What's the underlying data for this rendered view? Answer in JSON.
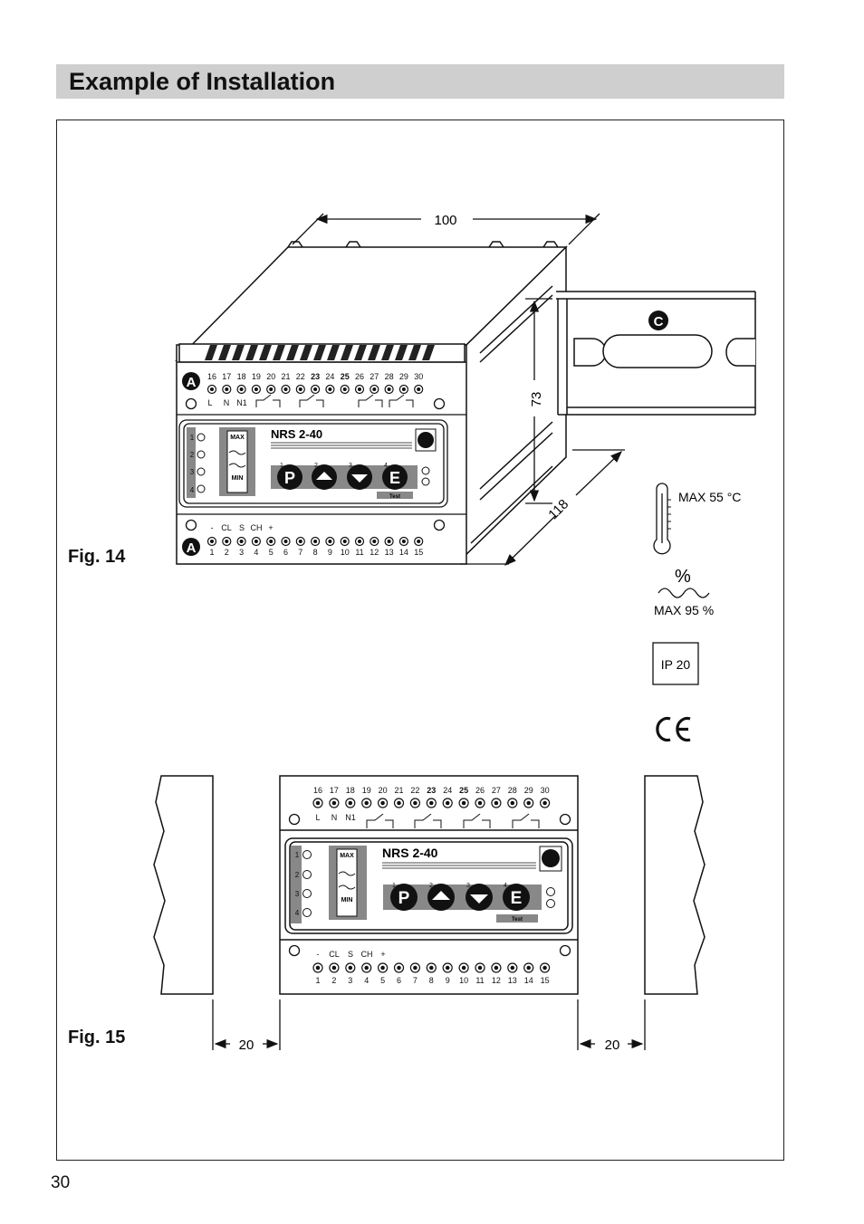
{
  "header": {
    "title": "Example of Installation"
  },
  "page_number": "30",
  "figures": {
    "fig14": {
      "label": "Fig. 14",
      "dim_width": "100",
      "dim_height": "73",
      "dim_depth": "118",
      "rail_marker": "C",
      "terminal_marker": "A"
    },
    "fig15": {
      "label": "Fig. 15",
      "clearance_left": "20",
      "clearance_right": "20"
    }
  },
  "device": {
    "model": "NRS 2-40",
    "top_terminals": [
      "16",
      "17",
      "18",
      "19",
      "20",
      "21",
      "22",
      "23",
      "24",
      "25",
      "26",
      "27",
      "28",
      "29",
      "30"
    ],
    "top_signals": [
      "L",
      "N",
      "N1"
    ],
    "bottom_terminals": [
      "1",
      "2",
      "3",
      "4",
      "5",
      "6",
      "7",
      "8",
      "9",
      "10",
      "11",
      "12",
      "13",
      "14",
      "15"
    ],
    "bottom_signals": [
      "-",
      "CL",
      "S",
      "CH",
      "+"
    ],
    "level_max": "MAX",
    "level_min": "MIN",
    "led_numbers": [
      "1",
      "2",
      "3",
      "4"
    ],
    "button_p": "P",
    "button_e": "E",
    "test_label": "Test"
  },
  "specs": {
    "temperature": "MAX 55 °C",
    "humidity_symbol": "%",
    "humidity": "MAX 95 %",
    "protection": "IP 20",
    "mark": "CE"
  }
}
